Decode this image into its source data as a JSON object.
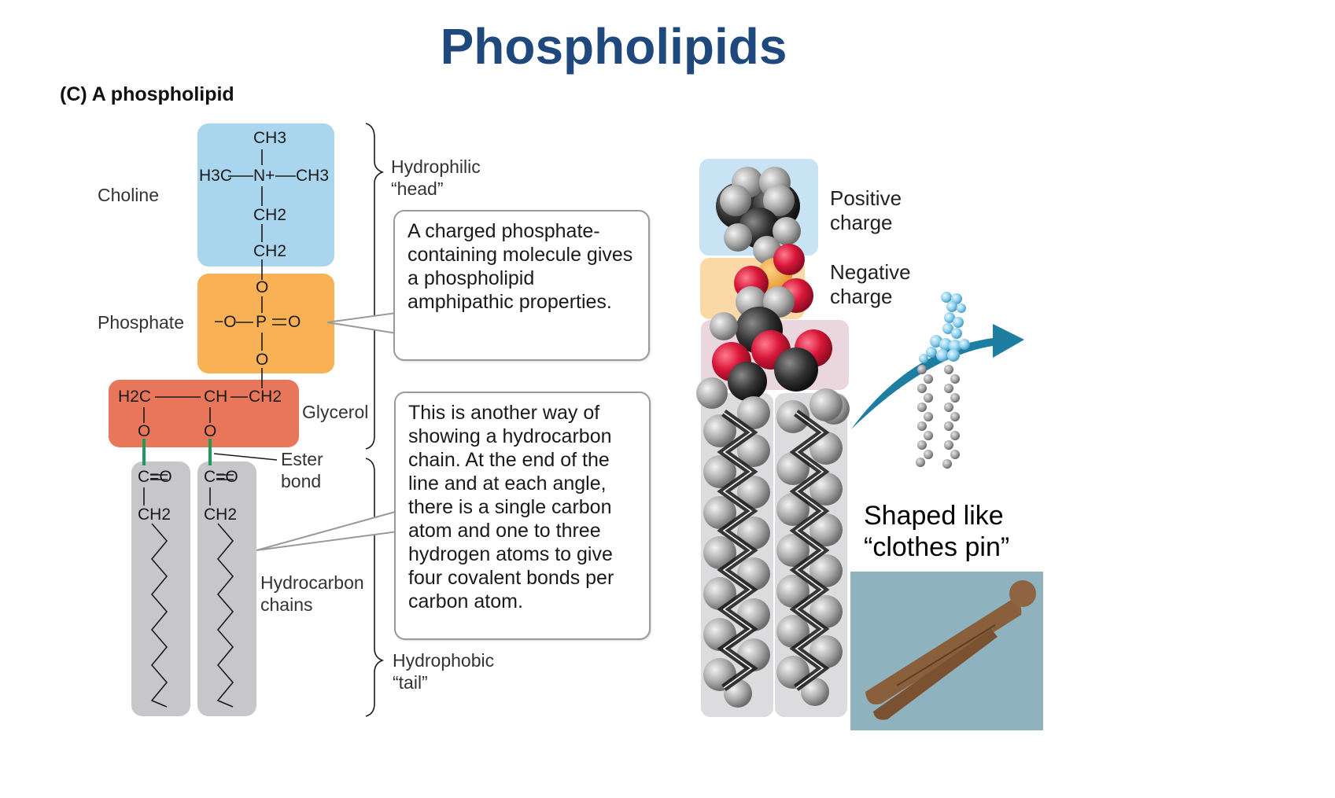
{
  "slide": {
    "title": "Phospholipids",
    "panel_label": "(C)  A phospholipid"
  },
  "structure": {
    "group_labels": {
      "choline": "Choline",
      "phosphate": "Phosphate",
      "glycerol": "Glycerol",
      "ester_bond": [
        "Ester",
        "bond"
      ],
      "hydrocarbon_chains": [
        "Hydrocarbon",
        "chains"
      ]
    },
    "choline_atoms": {
      "top_methyl": "CH3",
      "left_methyl": "H3C",
      "nitrogen": "N+",
      "right_methyl": "CH3",
      "ch2_a": "CH2",
      "ch2_b": "CH2"
    },
    "phosphate_atoms": {
      "o_top": "O",
      "o_minus": "−O",
      "p": "P",
      "o_double": "O",
      "o_bottom": "O"
    },
    "glycerol_atoms": {
      "h2c": "H2C",
      "ch": "CH",
      "ch2": "CH2",
      "o_left": "O",
      "o_mid": "O"
    },
    "chain_atoms": {
      "carbonyl": "C=O",
      "ch2": "CH2"
    },
    "braces": {
      "hydrophilic": [
        "Hydrophilic",
        "“head”"
      ],
      "hydrophobic": [
        "Hydrophobic",
        "“tail”"
      ]
    },
    "colors": {
      "choline_bg": "#a9d5ee",
      "phosphate_bg": "#f9b156",
      "glycerol_bg": "#e8765a",
      "chain_bg": "#c7c7c9",
      "ester_bond": "#1f9a5c"
    }
  },
  "callouts": {
    "phosphate_note": "A charged phosphate-containing molecule gives a phospholipid amphipathic properties.",
    "chain_note": "This is another way of showing a hydrocarbon chain. At the end of the line and at each angle, there is a single carbon atom and one to three hydrogen atoms to give four covalent bonds per carbon atom."
  },
  "space_filling_model": {
    "labels": {
      "positive": [
        "Positive",
        "charge"
      ],
      "negative": [
        "Negative",
        "charge"
      ]
    },
    "colors": {
      "positive_bg": "#c8e3f4",
      "negative_bg": "#fbd9a6",
      "glycerol_bg": "#ead7dd",
      "tail_bg": "#dcdcde",
      "oxygen": "#d9173a",
      "carbon": "#333333",
      "hydrogen": "#bdbdbd",
      "phosphorus": "#f0a73a",
      "arrow": "#1d7ea1",
      "mini_head": "#8fd0ec"
    }
  },
  "analogy": {
    "text": [
      "Shaped like",
      "“clothes pin”"
    ],
    "photo_bg": "#8fb2bf",
    "wood_color": "#8a5f3c"
  }
}
